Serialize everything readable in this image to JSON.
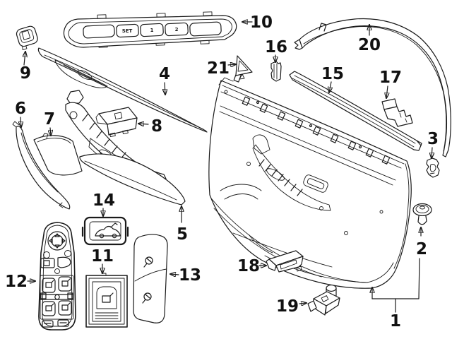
{
  "diagram": {
    "background": "#ffffff",
    "line_color": "#1a1a1a",
    "label_color": "#111111"
  },
  "memory_switch_panel": {
    "buttons": [
      {
        "label": "SET"
      },
      {
        "label": "1"
      },
      {
        "label": "2"
      }
    ]
  },
  "callouts": [
    {
      "num": "1"
    },
    {
      "num": "2"
    },
    {
      "num": "3"
    },
    {
      "num": "4"
    },
    {
      "num": "5"
    },
    {
      "num": "6"
    },
    {
      "num": "7"
    },
    {
      "num": "8"
    },
    {
      "num": "9"
    },
    {
      "num": "10"
    },
    {
      "num": "11"
    },
    {
      "num": "12"
    },
    {
      "num": "13"
    },
    {
      "num": "14"
    },
    {
      "num": "15"
    },
    {
      "num": "16"
    },
    {
      "num": "17"
    },
    {
      "num": "18"
    },
    {
      "num": "19"
    },
    {
      "num": "20"
    },
    {
      "num": "21"
    }
  ]
}
